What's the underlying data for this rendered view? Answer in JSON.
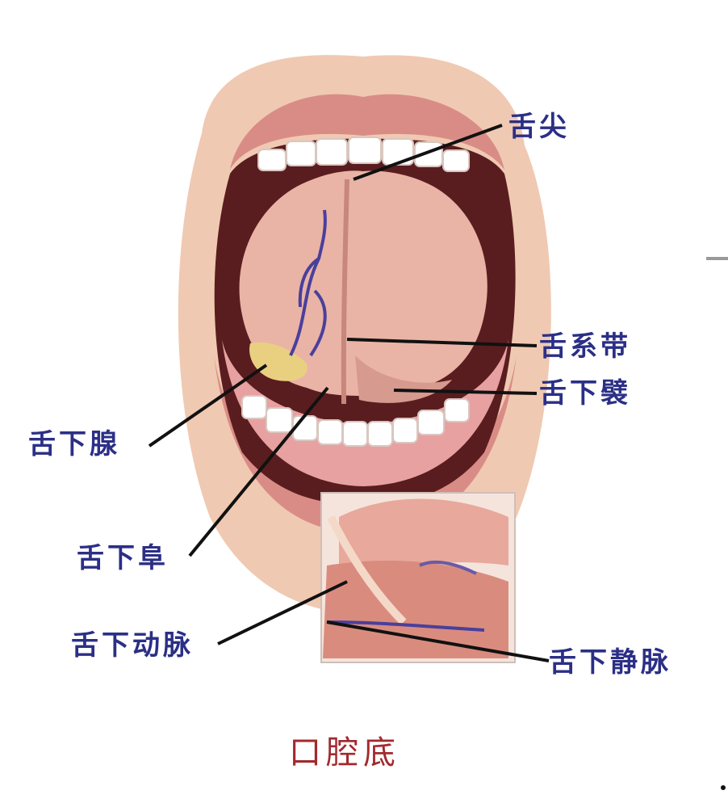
{
  "labels": {
    "tongue_tip": "舌尖",
    "frenulum": "舌系带",
    "sublingual_fold": "舌下襞",
    "sublingual_gland": "舌下腺",
    "sublingual_caruncle": "舌下阜",
    "sublingual_artery": "舌下动脉",
    "sublingual_vein": "舌下静脉"
  },
  "caption": "口腔底",
  "colors": {
    "label": "#2b2f86",
    "caption": "#a12a2e",
    "leader": "#111111",
    "lip": "#d98c86",
    "tongue": "#e9b4a6",
    "mouth_interior": "#5a1d1f",
    "gums": "#e7a1a1",
    "teeth": "#ffffff",
    "face": "#f0c9b2",
    "vein": "#4a3f9c",
    "gland": "#e9d080"
  }
}
